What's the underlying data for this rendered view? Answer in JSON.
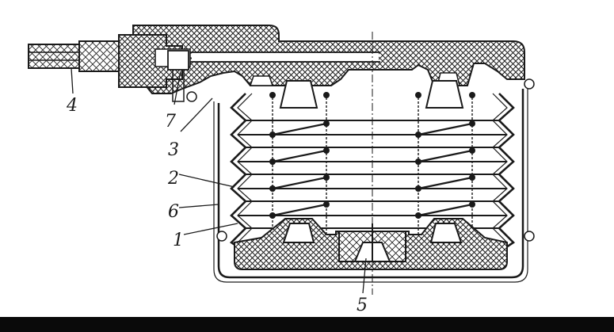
{
  "callouts": [
    {
      "id": "1",
      "text": "1"
    },
    {
      "id": "2",
      "text": "2"
    },
    {
      "id": "3",
      "text": "3"
    },
    {
      "id": "4",
      "text": "4"
    },
    {
      "id": "5",
      "text": "5"
    },
    {
      "id": "6",
      "text": "6"
    },
    {
      "id": "7",
      "text": "7"
    }
  ],
  "colors": {
    "ink": "#1a1a1a",
    "paper": "#ffffff",
    "bottom_band": "#0a0a0a"
  }
}
